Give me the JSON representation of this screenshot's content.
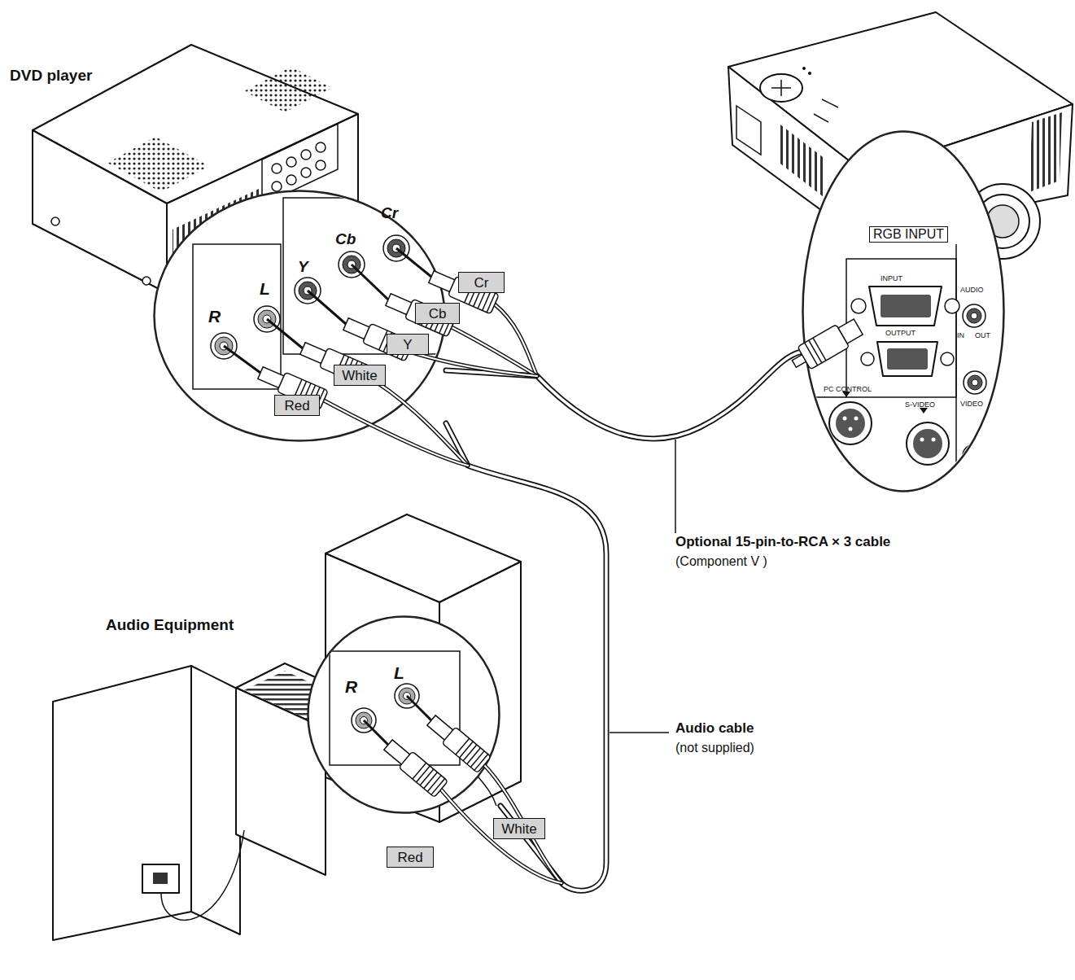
{
  "diagram": {
    "nodes": [
      {
        "text": [
          "DVD player"
        ]
      },
      {
        "text": [
          "R",
          "L",
          "Y",
          "Cb",
          "Cr"
        ]
      },
      {
        "text": [
          "RGB INPUT",
          "INPUT",
          "OUTPUT",
          "AUDIO",
          "IN",
          "OUT",
          "PC CONTROL",
          "S-VIDEO",
          "VIDEO"
        ]
      },
      {
        "text": [
          "Audio Equipment"
        ]
      },
      {
        "text": [
          "R",
          "L"
        ]
      },
      {
        "text": [
          "Cr"
        ]
      },
      {
        "text": [
          "Cb"
        ]
      },
      {
        "text": [
          "Y"
        ]
      },
      {
        "text": [
          "White"
        ]
      },
      {
        "text": [
          "Red"
        ]
      },
      {
        "text": [
          "White"
        ]
      },
      {
        "text": [
          "Red"
        ]
      }
    ],
    "edges": [
      {
        "from": 1,
        "to": 2,
        "arrow": "none"
      },
      {
        "from": 1,
        "to": 4,
        "arrow": "none"
      }
    ],
    "labels": [
      "Optional 15-pin-to-RCA × 3 cable",
      "(Component V )",
      "Audio cable",
      "(not supplied)"
    ]
  }
}
